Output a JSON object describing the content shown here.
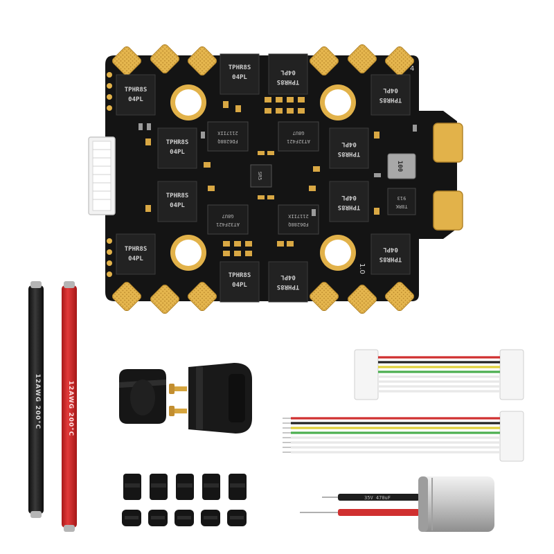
{
  "board": {
    "mosfet_label_a_1": "TPHR8S",
    "mosfet_label_a_2": "04PL",
    "mosfet_label_b_1": "TPHR8S",
    "mosfet_label_b_2": "04PL",
    "driver_label_1": "FD6288Q",
    "driver_label_2": "2117IIX",
    "driver2_label_1": "FD6288Q",
    "driver2_label_2": "2117IIX",
    "mcu_label_1": "AT32F421",
    "mcu_label_2": "G8U7",
    "mcu2_label_1": "AT32F421",
    "mcu2_label_2": "G8U7",
    "inductor_label": "100",
    "small_chip_label": "SR5",
    "reg_label_1": "T8RK",
    "reg_label_2": "913",
    "corner_label": "4",
    "corner_label_2": "1.0"
  },
  "wires": {
    "black_label": "12AWG 200°C",
    "red_label": "12AWG 200°C"
  },
  "capacitor": {
    "label": "35V 470uF"
  },
  "colors": {
    "pcb": "#141414",
    "gold": "#e2b24a",
    "gold_dark": "#c0902e",
    "silver": "#bdbdbd",
    "wire_red": "#d42a2a",
    "wire_black": "#1c1c1c"
  }
}
